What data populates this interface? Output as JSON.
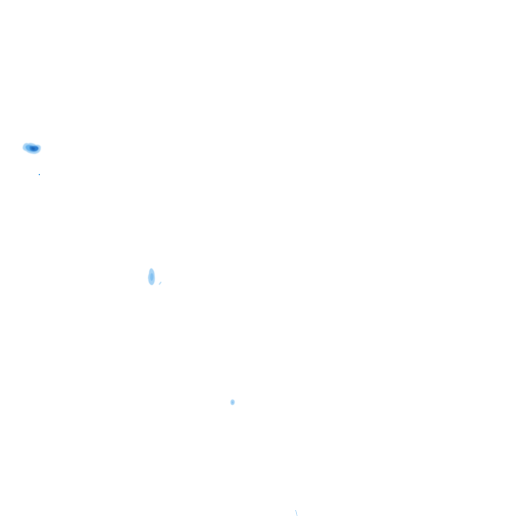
{
  "map": {
    "background_color": "#ffffff",
    "layer": "precipitation-radar",
    "legend_colors": {
      "light": "#a8d4f5",
      "moderate": "#64b1ec",
      "heavy": "#2f7fd0",
      "very_heavy": "#1f65b8"
    },
    "echoes": [
      {
        "id": "echo-1",
        "intensity": "heavy"
      },
      {
        "id": "echo-2",
        "intensity": "light"
      },
      {
        "id": "echo-3",
        "intensity": "light"
      },
      {
        "id": "echo-4",
        "intensity": "light"
      },
      {
        "id": "echo-5",
        "intensity": "light"
      }
    ]
  }
}
